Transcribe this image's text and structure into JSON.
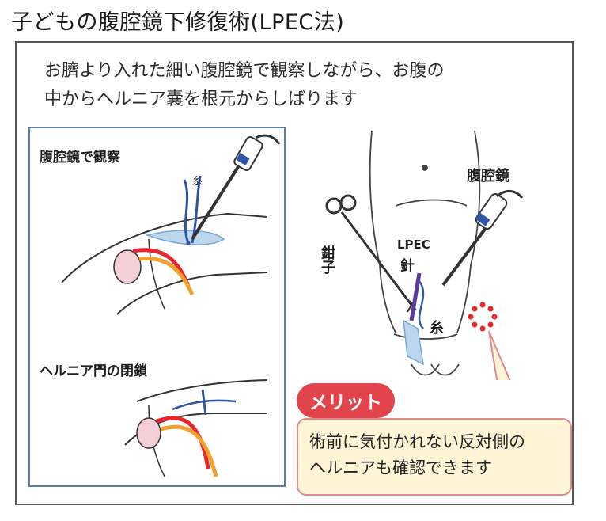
{
  "title": "子どもの腹腔鏡下修復術(LPEC法)",
  "intro": {
    "line1": "お臍より入れた細い腹腔鏡で観察しながら、お腹の",
    "line2": "中からヘルニア嚢を根元からしばります"
  },
  "left_panel": {
    "top_label": "腹腔鏡で観察",
    "thread_label": "糸",
    "bottom_label": "ヘルニア門の閉鎖"
  },
  "right_panel": {
    "laparoscope_label": "腹腔鏡",
    "forceps_label": "鉗子",
    "needle_label_1": "LPEC",
    "needle_label_2": "針",
    "thread_label": "糸"
  },
  "merit": {
    "badge": "メリット",
    "line1": "術前に気付かれない反対側の",
    "line2": "ヘルニアも確認できます"
  },
  "colors": {
    "frame": "#555555",
    "panel_border": "#5d7ea8",
    "badge_red": "#e2444c",
    "callout_fill": "#fff4d6",
    "callout_border": "#e0898c",
    "vessel_red": "#e8262b",
    "vessel_orange": "#f2a12f",
    "sac_blue": "#bcd6ee",
    "thread_blue": "#2f55a4",
    "needle_purple": "#5a3a9e"
  }
}
